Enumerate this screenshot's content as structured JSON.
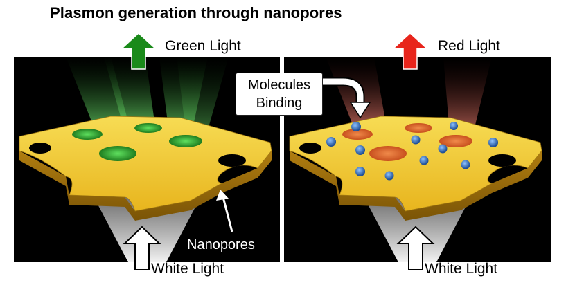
{
  "title": "Plasmon generation through nanopores",
  "left_panel": {
    "top_label": "Green Light",
    "bottom_label": "White Light",
    "pointer_label": "Nanopores",
    "emitted_color": "#1a8a1a"
  },
  "right_panel": {
    "top_label": "Red Light",
    "bottom_label": "White Light",
    "callout_line1": "Molecules",
    "callout_line2": "Binding",
    "emitted_color": "#e8251c"
  },
  "colors": {
    "gold": "#f2c62c",
    "panel_bg": "#000000",
    "molecule": "#3d7fd0"
  }
}
